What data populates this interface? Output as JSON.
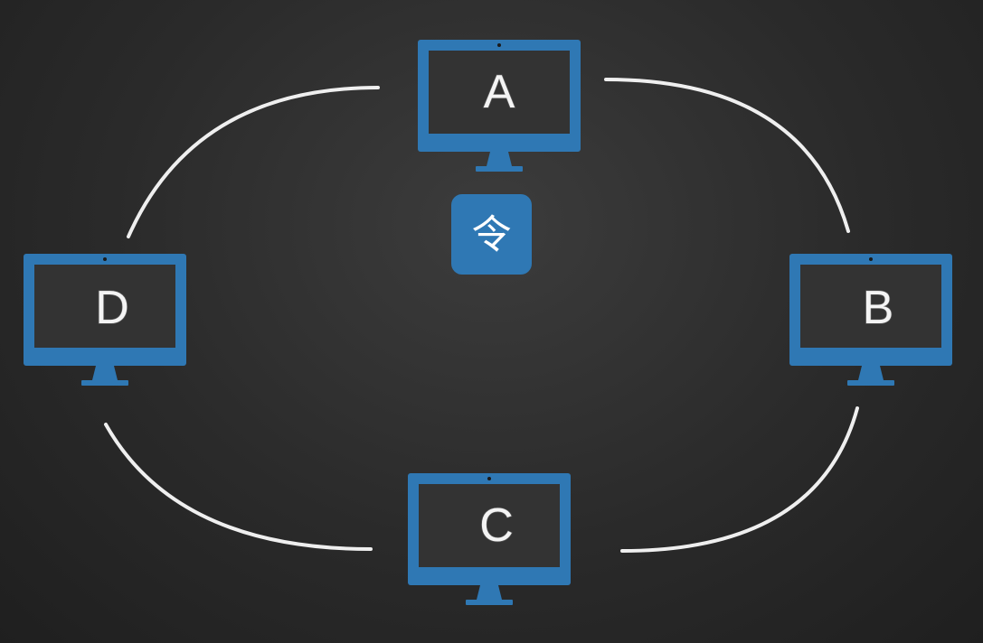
{
  "colors": {
    "accent": "#2f78b4",
    "background": "#2c2c2c",
    "ring": "#efefef"
  },
  "nodes": [
    {
      "id": "A",
      "label": "A",
      "icon": "monitor-icon"
    },
    {
      "id": "B",
      "label": "B",
      "icon": "monitor-icon"
    },
    {
      "id": "C",
      "label": "C",
      "icon": "monitor-icon"
    },
    {
      "id": "D",
      "label": "D",
      "icon": "monitor-icon"
    }
  ],
  "edges": [
    {
      "from": "A",
      "to": "B"
    },
    {
      "from": "B",
      "to": "C"
    },
    {
      "from": "C",
      "to": "D"
    },
    {
      "from": "D",
      "to": "A"
    }
  ],
  "token": {
    "label": "令",
    "at": "A"
  }
}
